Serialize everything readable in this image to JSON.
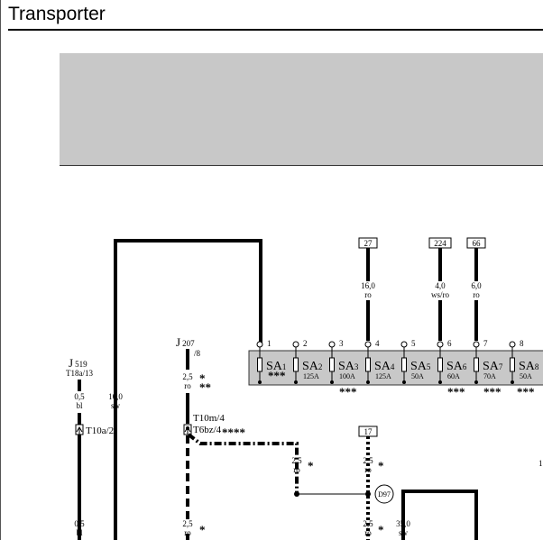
{
  "page": {
    "title": "Transporter"
  },
  "components": {
    "j519": {
      "label": "J",
      "sub": "519",
      "connector": "T18a/13"
    },
    "j207": {
      "label": "J",
      "sub": "207",
      "pin": "/8"
    },
    "t10a2": "T10a/2",
    "t10m4": "T10m/4",
    "t6bz4": "T6bz/4",
    "d97": "D97"
  },
  "refs": [
    "27",
    "224",
    "66",
    "17"
  ],
  "pins": [
    "1",
    "2",
    "3",
    "4",
    "5",
    "6",
    "7",
    "8"
  ],
  "fuses": [
    {
      "name": "SA",
      "num": "1",
      "rating": ""
    },
    {
      "name": "SA",
      "num": "2",
      "rating": "125A"
    },
    {
      "name": "SA",
      "num": "3",
      "rating": "100A"
    },
    {
      "name": "SA",
      "num": "4",
      "rating": "125A"
    },
    {
      "name": "SA",
      "num": "5",
      "rating": "50A"
    },
    {
      "name": "SA",
      "num": "6",
      "rating": "60A"
    },
    {
      "name": "SA",
      "num": "7",
      "rating": "70A"
    },
    {
      "name": "SA",
      "num": "8",
      "rating": "50A"
    }
  ],
  "wires": {
    "w_j519_top": {
      "size": "0,5",
      "color": "bl"
    },
    "w_sw_left": {
      "size": "16,0",
      "color": "sw"
    },
    "w_j207": {
      "size": "2,5",
      "color": "ro"
    },
    "w_27": {
      "size": "16,0",
      "color": "ro"
    },
    "w_224": {
      "size": "4,0",
      "color": "ws/ro"
    },
    "w_66": {
      "size": "6,0",
      "color": "ro"
    },
    "w_mid_dashed": {
      "size": "2,5",
      "color": "ro"
    },
    "w_17": {
      "size": "2,5",
      "color": "ro"
    },
    "w_j519_bottom": {
      "size": "0,5",
      "color": "bl"
    },
    "w_j207_bottom": {
      "size": "2,5",
      "color": "ro"
    },
    "w_17_bottom": {
      "size": "2,5",
      "color": "ro"
    },
    "w_35": {
      "size": "35,0",
      "color": "sw"
    }
  },
  "marks": {
    "one": "*",
    "two": "**",
    "three": "***",
    "four": "****"
  },
  "edge_label": "1"
}
